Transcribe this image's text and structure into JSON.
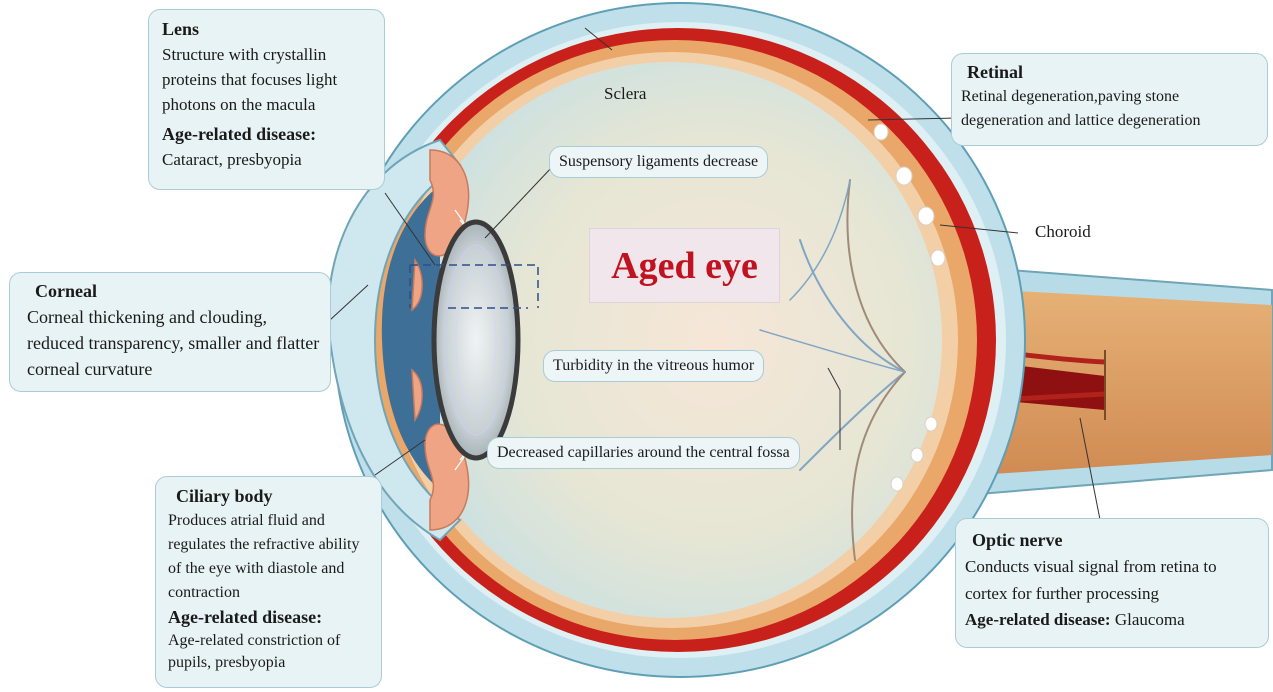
{
  "title": "Aged eye",
  "lens": {
    "title": "Lens",
    "description": "Structure with crystallin proteins that focuses light photons on the macula",
    "disease_label": "Age-related disease:",
    "disease": "Cataract, presbyopia"
  },
  "corneal": {
    "title": "Corneal",
    "description": "Corneal thickening and clouding, reduced transparency, smaller and flatter corneal curvature"
  },
  "ciliary": {
    "title": "Ciliary body",
    "description": "Produces atrial fluid and regulates the refractive ability of the eye with diastole and contraction",
    "disease_label": "Age-related disease:",
    "disease": "Age-related constriction of pupils, presbyopia"
  },
  "retinal": {
    "title": "Retinal",
    "description": "Retinal degeneration,paving stone degeneration and lattice degeneration"
  },
  "optic": {
    "title": "Optic nerve",
    "description": "Conducts visual signal from retina to cortex for further processing",
    "disease_label": "Age-related disease:",
    "disease": "Glaucoma"
  },
  "labels": {
    "sclera": "Sclera",
    "choroid": "Choroid",
    "suspensory": "Suspensory ligaments decrease",
    "turbidity": "Turbidity in the vitreous humor",
    "capillaries": "Decreased capillaries around the central fossa"
  },
  "colors": {
    "box_fill": "#e8f3f6",
    "box_border": "#a9cdd6",
    "sclera_blue": "#a8d3e2",
    "choroid_red": "#c8201a",
    "retina_orange": "#e9a76a",
    "title_red": "#c1121f"
  }
}
